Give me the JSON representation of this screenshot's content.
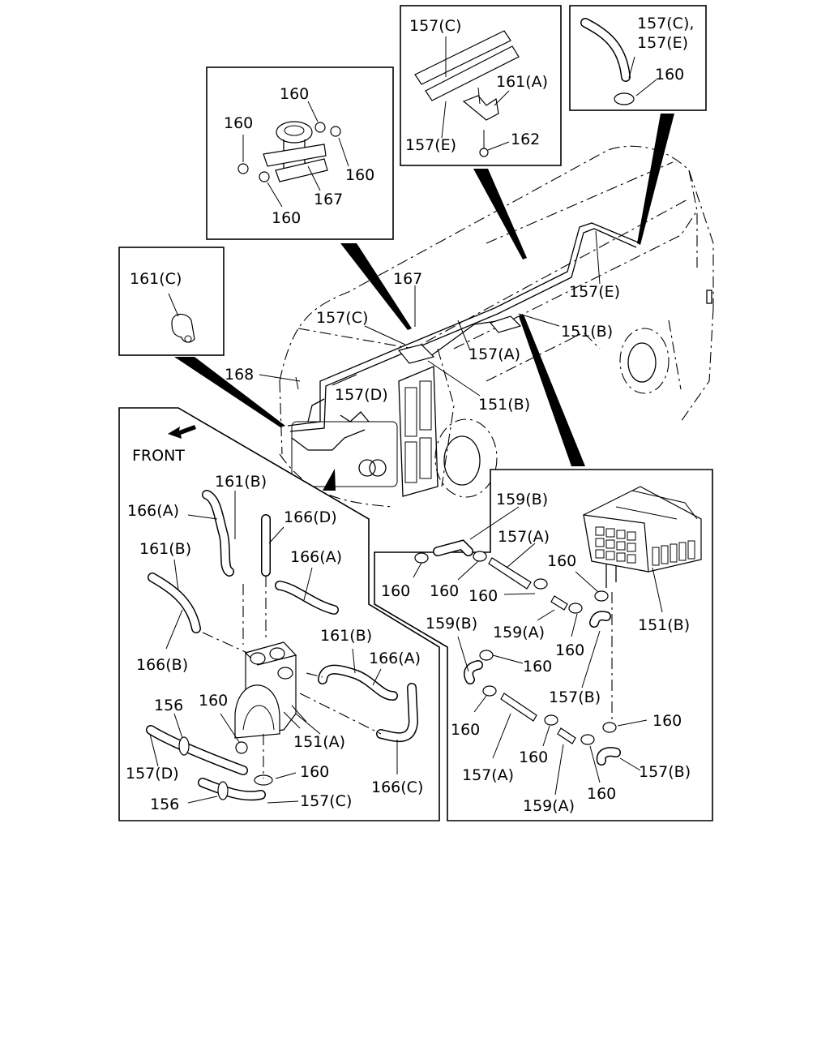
{
  "labels": {
    "front": "FRONT",
    "p157c_e_top1": "157(C),",
    "p157c_e_top2": "157(E)",
    "p157c": "157(C)",
    "p157e": "157(E)",
    "p157a": "157(A)",
    "p157b": "157(B)",
    "p157d": "157(D)",
    "p161a": "161(A)",
    "p161b": "161(B)",
    "p161c": "161(C)",
    "p162": "162",
    "p160": "160",
    "p167": "167",
    "p168": "168",
    "p151a": "151(A)",
    "p151b": "151(B)",
    "p156": "156",
    "p159a": "159(A)",
    "p159b": "159(B)",
    "p166a": "166(A)",
    "p166b": "166(B)",
    "p166c": "166(C)",
    "p166d": "166(D)"
  }
}
